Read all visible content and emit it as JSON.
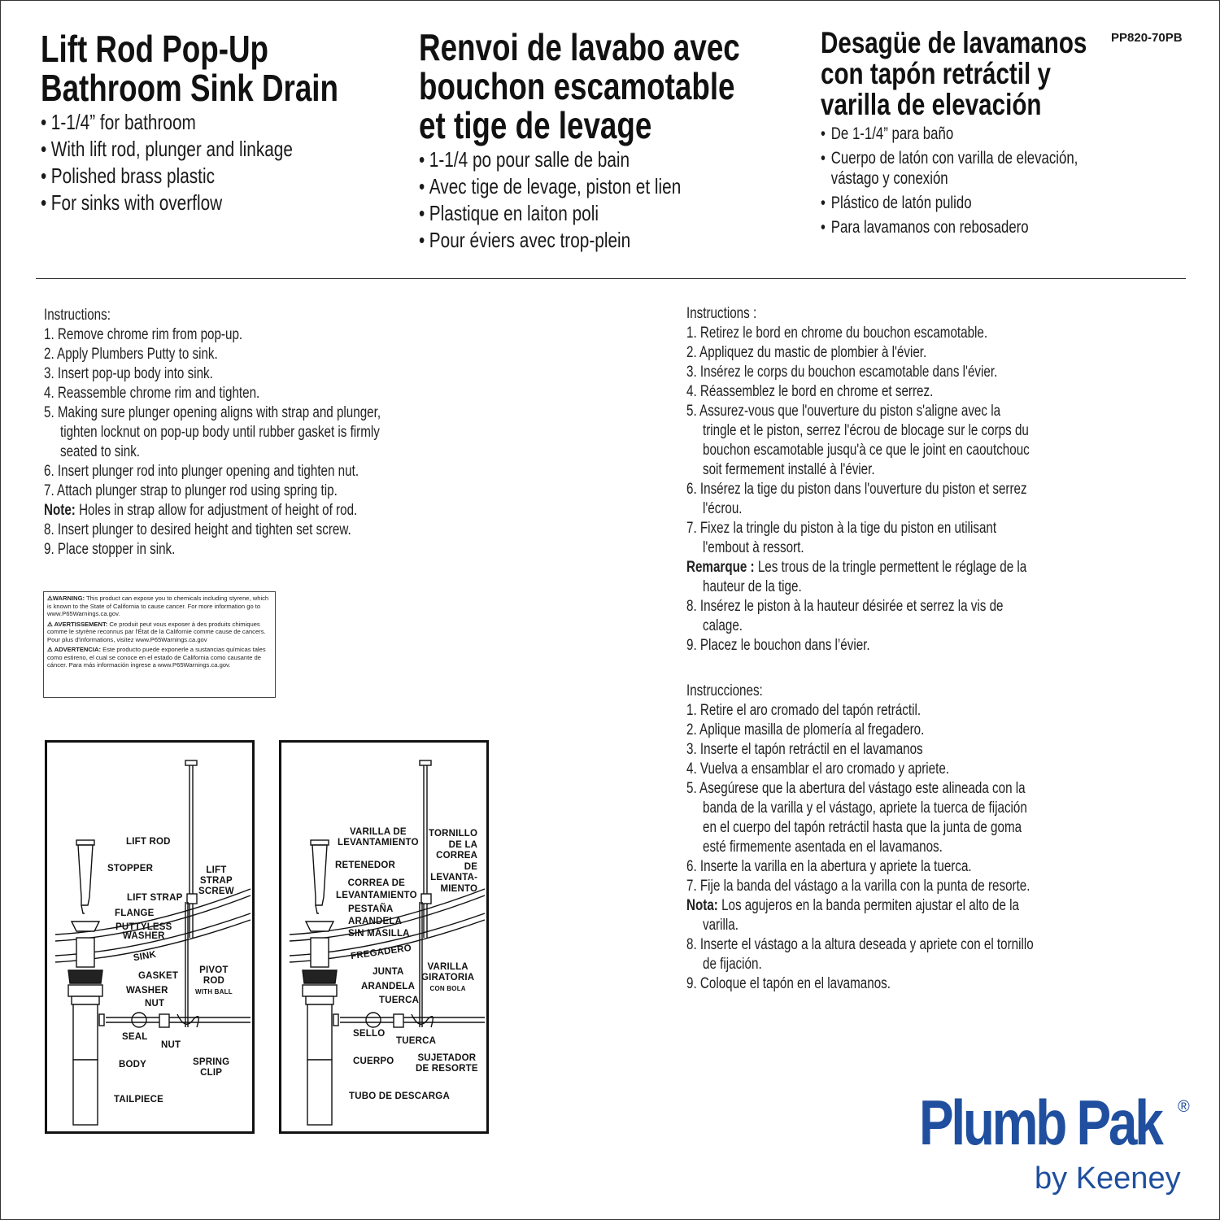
{
  "sku": "PP820-70PB",
  "english": {
    "title": [
      "Lift Rod Pop-Up",
      "Bathroom Sink Drain"
    ],
    "bullets": [
      "1-1/4” for bathroom",
      "With lift rod, plunger and linkage",
      "Polished brass plastic",
      "For sinks with overflow"
    ]
  },
  "french": {
    "title": [
      "Renvoi de lavabo avec",
      "bouchon escamotable",
      "et tige de levage"
    ],
    "bullets": [
      "1-1/4 po pour salle de bain",
      "Avec tige de levage, piston et lien",
      "Plastique en laiton poli",
      "Pour éviers avec trop-plein"
    ]
  },
  "spanish": {
    "title": [
      "Desagüe de lavamanos",
      "con tapón retráctil y",
      "varilla de elevación"
    ],
    "bullets": [
      "De 1-1/4” para baño",
      "Cuerpo de latón con varilla de elevación, vástago y conexión",
      "Plástico de latón pulido",
      "Para lavamanos con rebosadero"
    ]
  },
  "instr_en": {
    "heading": "Instructions:",
    "steps": [
      "1. Remove chrome rim from pop-up.",
      "2. Apply Plumbers Putty to sink.",
      "3. Insert pop-up body into sink.",
      "4. Reassemble chrome rim and tighten.",
      "5. Making sure plunger opening aligns with strap and plunger, tighten locknut on pop-up body until rubber gasket is firmly seated to sink.",
      "6. Insert plunger rod into plunger opening and tighten nut.",
      "7. Attach plunger strap to plunger rod using spring tip."
    ],
    "note_label": "Note:",
    "note": " Holes in strap allow for adjustment of height of rod.",
    "steps2": [
      "8. Insert plunger to desired height and tighten set screw.",
      "9. Place stopper in sink."
    ]
  },
  "instr_fr": {
    "heading": "Instructions :",
    "steps": [
      "1. Retirez le bord en chrome du bouchon escamotable.",
      "2. Appliquez du mastic de plombier à l'évier.",
      "3. Insérez le corps du bouchon escamotable dans l'évier.",
      "4. Réassemblez le bord en chrome et serrez.",
      "5. Assurez-vous que l'ouverture du piston s'aligne avec la tringle et le piston, serrez l'écrou de blocage sur le corps du bouchon escamotable jusqu'à ce que le joint en caoutchouc soit fermement installé à l'évier.",
      "6. Insérez la tige du piston dans l'ouverture du piston et serrez l'écrou.",
      "7. Fixez la tringle du piston à la tige du piston en utilisant l'embout à ressort."
    ],
    "note_label": "Remarque :",
    "note": " Les trous de la tringle permettent le réglage de la hauteur de la tige.",
    "steps2": [
      "8. Insérez le piston à la hauteur désirée et serrez la vis de calage.",
      "9. Placez le bouchon dans l’évier."
    ]
  },
  "instr_es": {
    "heading": "Instrucciones:",
    "steps": [
      "1. Retire el aro cromado del tapón retráctil.",
      "2. Aplique masilla de plomería al fregadero.",
      "3. Inserte el tapón retráctil en el lavamanos",
      "4. Vuelva a ensamblar el aro cromado y apriete.",
      "5. Asegúrese que la abertura del vástago este alineada con la banda de la varilla y el vástago, apriete la tuerca de fijación en el cuerpo del tapón retráctil hasta que la junta de goma esté firmemente asentada en el lavamanos.",
      "6. Inserte la varilla en la abertura y apriete la tuerca.",
      "7. Fije la banda del vástago a la varilla con la punta de resorte."
    ],
    "note_label": "Nota:",
    "note": " Los agujeros en la banda permiten ajustar el alto de la varilla.",
    "steps2": [
      "8. Inserte el vástago a la altura deseada y apriete con el tornillo de fijación.",
      "9. Coloque el tapón en el lavamanos."
    ]
  },
  "warning": {
    "en_label": "⚠WARNING:",
    "en": " This product can expose you to chemicals including styrene, which is known to the State of California to cause cancer. For more information go to www.P65Warnings.ca.gov.",
    "fr_label": "⚠ AVERTISSEMENT:",
    "fr": " Ce produit peut vous exposer à des produits chimiques comme le styrène reconnus par l'État de la Californie comme cause de cancers. Pour plus d'informations, visitez www.P65Warnings.ca.gov",
    "es_label": "⚠ ADVERTENCIA:",
    "es": " Este producto puede exponerle a sustancias químicas tales como estireno, el cual se conoce en el estado de California como causante de cáncer. Para más información ingrese a www.P65Warnings.ca.gov."
  },
  "diagram_en": {
    "lift_rod": "LIFT ROD",
    "stopper": "STOPPER",
    "lift_strap_screw": [
      "LIFT",
      "STRAP",
      "SCREW"
    ],
    "lift_strap": "LIFT STRAP",
    "flange": "FLANGE",
    "puttyless_washer": [
      "PUTTYLESS",
      "WASHER"
    ],
    "sink": "SINK",
    "gasket": "GASKET",
    "pivot_rod": [
      "PIVOT",
      "ROD"
    ],
    "with_ball": "WITH BALL",
    "washer": "WASHER",
    "nut": "NUT",
    "seal": "SEAL",
    "nut2": "NUT",
    "body": "BODY",
    "spring_clip": [
      "SPRING",
      "CLIP"
    ],
    "tailpiece": "TAILPIECE"
  },
  "diagram_es": {
    "lift_rod": [
      "VARILLA DE",
      "LEVANTAMIENTO"
    ],
    "screw": [
      "TORNILLO",
      "DE LA",
      "CORREA",
      "DE",
      "LEVANTA-",
      "MIENTO"
    ],
    "stopper": "RETENEDOR",
    "lift_strap": [
      "CORREA DE",
      "LEVANTAMIENTO"
    ],
    "flange_washer": [
      "PESTAÑA",
      "ARANDELA",
      "SIN MASILLA"
    ],
    "sink": "FREGADERO",
    "gasket": "JUNTA",
    "pivot_rod": [
      "VARILLA",
      "GIRATORIA"
    ],
    "with_ball": "CON BOLA",
    "washer": "ARANDELA",
    "nut": "TUERCA",
    "seal": "SELLO",
    "nut2": "TUERCA",
    "body": "CUERPO",
    "spring_clip": [
      "SUJETADOR",
      "DE RESORTE"
    ],
    "tailpiece": "TUBO DE DESCARGA"
  },
  "logo": {
    "brand": "Plumb Pak",
    "reg": "®",
    "sub": "by Keeney",
    "color": "#1f4f9e"
  }
}
